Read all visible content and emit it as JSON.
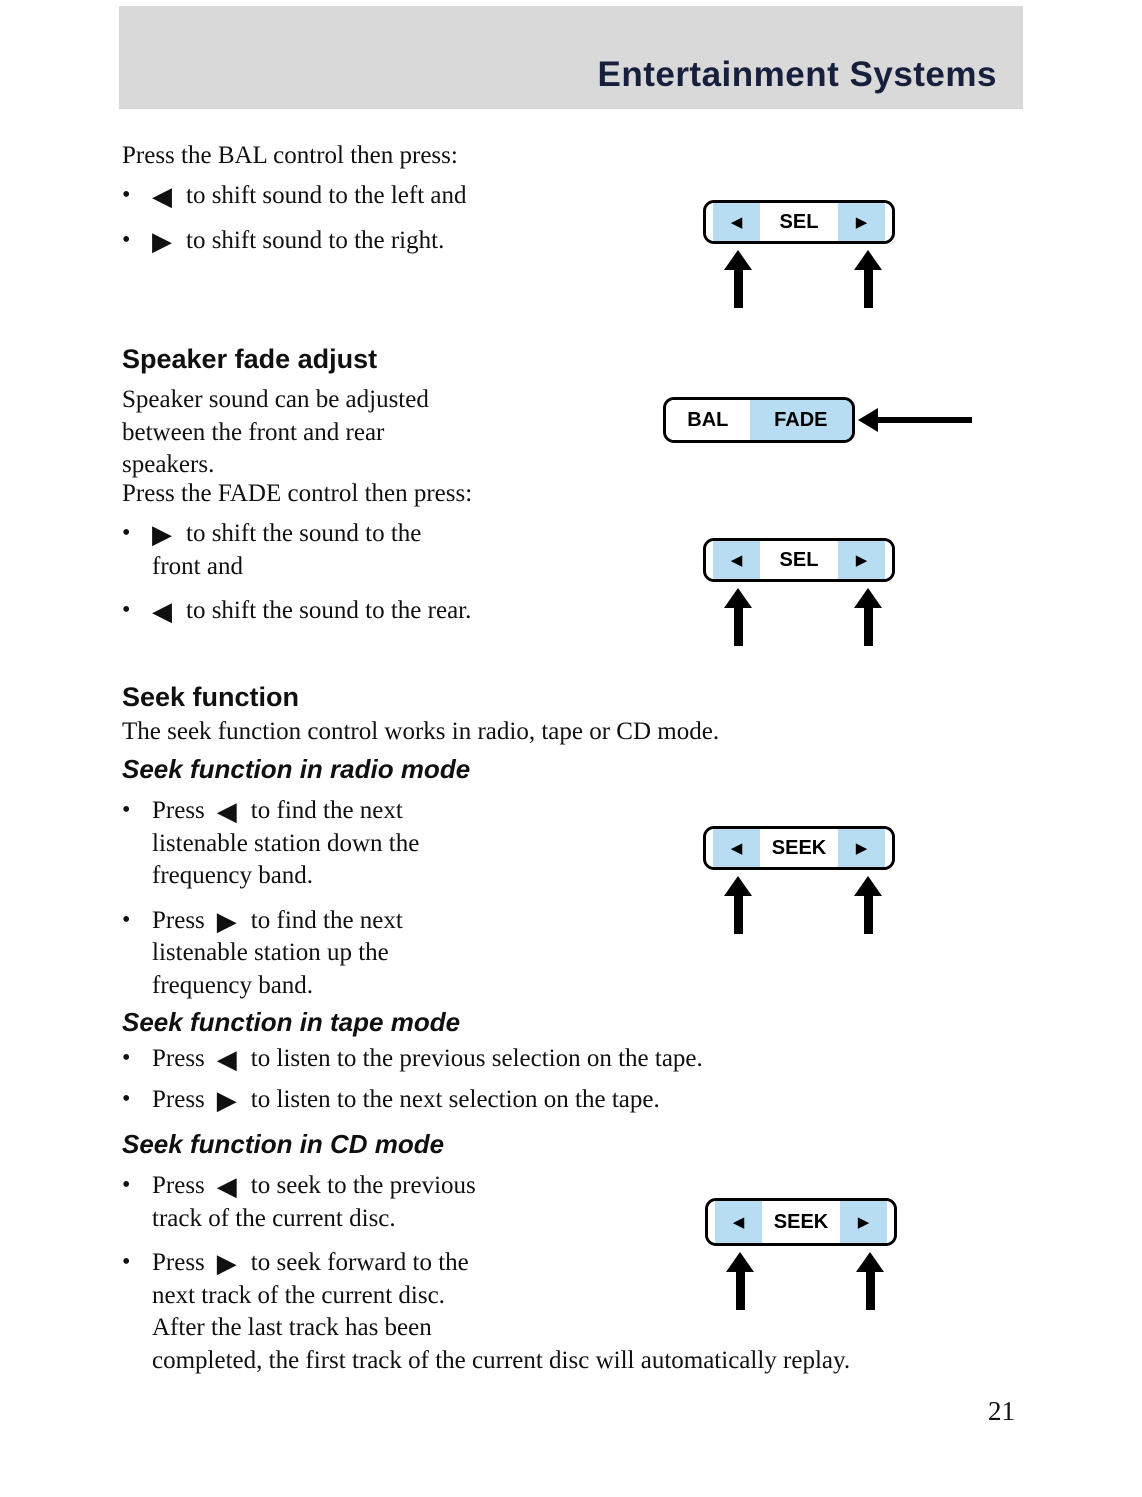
{
  "header": {
    "title": "Entertainment Systems"
  },
  "glyphs": {
    "bullet": "•"
  },
  "icons": {
    "left": "◀",
    "right": "▶"
  },
  "colors": {
    "header_bg": "#d9d9d9",
    "control_blue": "#b8ddf3",
    "title_color": "#16203c",
    "text_color": "#101010"
  },
  "body": {
    "bal_intro": "Press the BAL control then press:",
    "fade_heading": "Speaker fade adjust",
    "fade_para": "Speaker sound can be adjusted\nbetween the front and rear\nspeakers.",
    "fade_intro": "Press the FADE control then press:",
    "seek_heading": "Seek function",
    "seek_para": "The seek function control works in radio, tape or CD mode.",
    "radio_heading": "Seek function in radio mode",
    "tape_heading": "Seek function in tape mode",
    "cd_heading": "Seek function in CD mode",
    "page_number": "21"
  },
  "bullets": {
    "b1a": {
      "pre": "",
      "icon": "left-triangle",
      "text": "to shift sound to the left and"
    },
    "b1b": {
      "pre": "",
      "icon": "right-triangle",
      "text": "to shift sound to the right."
    },
    "b2a": {
      "pre": "",
      "icon": "right-triangle",
      "text": "to shift the sound to the\nfront and"
    },
    "b2b": {
      "pre": "",
      "icon": "left-triangle",
      "text": "to shift the sound to the rear."
    },
    "b3a": {
      "pre": "Press",
      "icon": "left-triangle",
      "text": "to find the next\nlistenable station down the\nfrequency band."
    },
    "b3b": {
      "pre": "Press",
      "icon": "right-triangle",
      "text": "to find the next\nlistenable station up the\nfrequency band."
    },
    "b4a": {
      "pre": "Press",
      "icon": "left-triangle",
      "text": "to listen to the previous selection on the tape."
    },
    "b4b": {
      "pre": "Press",
      "icon": "right-triangle",
      "text": "to listen to the next selection on the tape."
    },
    "b5a": {
      "pre": "Press",
      "icon": "left-triangle",
      "text": "to seek to the previous\ntrack of the current disc."
    },
    "b5b": {
      "pre": "Press",
      "icon": "right-triangle",
      "text": "to seek forward to the\nnext track of the current disc.\nAfter the last track has been\ncompleted, the first track of the current disc will automatically replay."
    }
  },
  "controls": {
    "sel": {
      "label": "SEL"
    },
    "seek": {
      "label": "SEEK"
    },
    "balfade": {
      "left_label": "BAL",
      "right_label": "FADE"
    }
  }
}
